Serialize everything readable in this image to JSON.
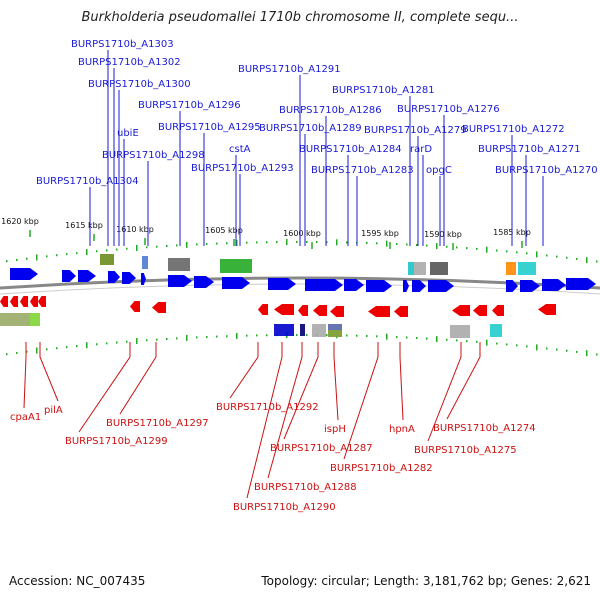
{
  "title": "Burkholderia pseudomallei 1710b chromosome II, complete sequ...",
  "footer": {
    "accession": "Accession: NC_007435",
    "summary": "Topology: circular; Length: 3,181,762 bp; Genes: 2,621"
  },
  "colors": {
    "forward": "#0000ee",
    "reverse": "#ee0000",
    "backbone": "#888888",
    "tick": "#22aa22",
    "label_forward": "#1a1ad6",
    "label_reverse": "#cc1111"
  },
  "scale": {
    "unit": "kbp",
    "ticks": [
      {
        "label": "1620 kbp"
      },
      {
        "label": "1615 kbp"
      },
      {
        "label": "1610 kbp"
      },
      {
        "label": "1605 kbp"
      },
      {
        "label": "1600 kbp"
      },
      {
        "label": "1595 kbp"
      },
      {
        "label": "1590 kbp"
      },
      {
        "label": "1585 kbp"
      }
    ]
  },
  "forward_labels": [
    "BURPS1710b_A1303",
    "BURPS1710b_A1302",
    "BURPS1710b_A1300",
    "ubiE",
    "BURPS1710b_A1298",
    "BURPS1710b_A1304",
    "BURPS1710b_A1296",
    "BURPS1710b_A1295",
    "cstA",
    "BURPS1710b_A1293",
    "BURPS1710b_A1291",
    "BURPS1710b_A1289",
    "BURPS1710b_A1286",
    "BURPS1710b_A1284",
    "BURPS1710b_A1283",
    "BURPS1710b_A1281",
    "BURPS1710b_A1279",
    "rarD",
    "opgC",
    "BURPS1710b_A1276",
    "BURPS1710b_A1272",
    "BURPS1710b_A1271",
    "BURPS1710b_A1270"
  ],
  "reverse_labels": [
    "cpaA1",
    "pilA",
    "BURPS1710b_A1299",
    "BURPS1710b_A1297",
    "BURPS1710b_A1292",
    "BURPS1710b_A1290",
    "BURPS1710b_A1288",
    "BURPS1710b_A1287",
    "ispH",
    "BURPS1710b_A1282",
    "hpnA",
    "BURPS1710b_A1275",
    "BURPS1710b_A1274"
  ]
}
